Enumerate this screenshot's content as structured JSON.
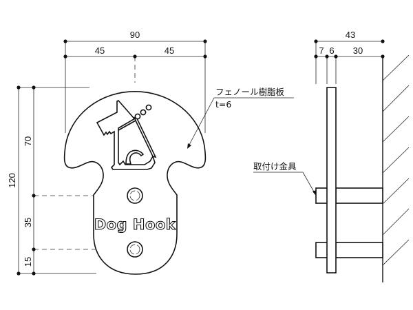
{
  "drawing": {
    "title": "Dog Hook",
    "front_view": {
      "brand_text": "Dog Hook",
      "dimensions": {
        "overall_width": "90",
        "half_width_left": "45",
        "half_width_right": "45",
        "overall_height": "120",
        "upper_height": "70",
        "hole_spacing": "35",
        "bottom_offset": "15"
      },
      "material_callout": {
        "material": "フェノール樹脂板",
        "thickness": "t=6"
      }
    },
    "side_view": {
      "dimensions": {
        "overall_depth": "43",
        "bracket_offset": "7",
        "plate_thickness": "6",
        "standoff": "30"
      },
      "hardware_callout": "取付け金具"
    }
  }
}
